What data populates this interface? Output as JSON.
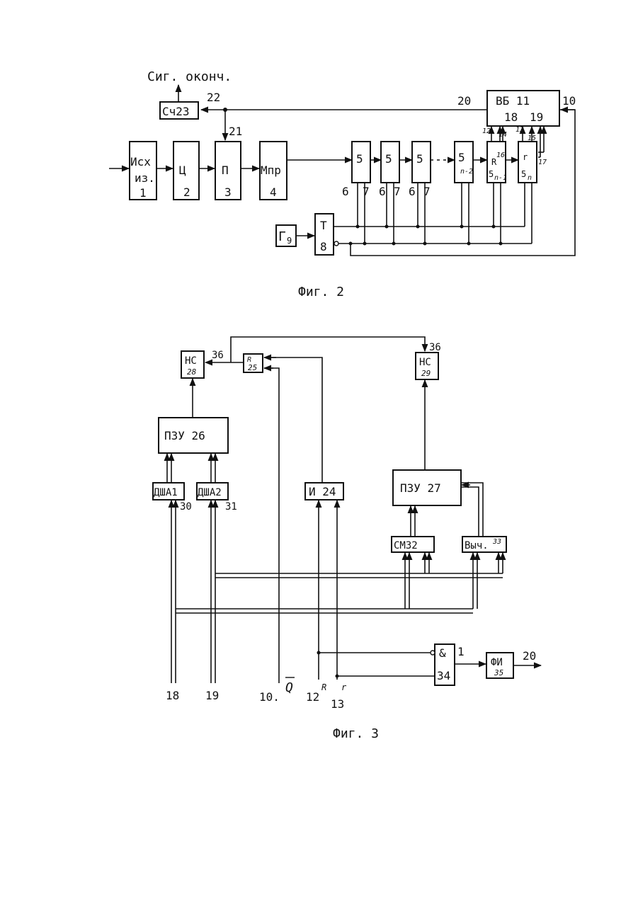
{
  "fig2": {
    "caption": "Фиг. 2",
    "signal_out": "Сиг. оконч.",
    "counter": "Сч23",
    "blocks": {
      "b1_top": "Исх",
      "b1_mid": "из.",
      "b1_num": "1",
      "b2_top": "Ц",
      "b2_num": "2",
      "b3_top": "П",
      "b3_num": "3",
      "b4_top": "Мпр",
      "b4_num": "4",
      "gen": "Г",
      "gen_num": "9",
      "trig": "Т",
      "trig_num": "8",
      "vb_title": "ВБ 11",
      "vb_18": "18",
      "vb_19": "19"
    },
    "cells": {
      "c1": "5",
      "c2": "5",
      "c3": "5",
      "c4": "5",
      "c4_sub": "n-2",
      "c5_a": "R",
      "c5_b": "5",
      "c5_sub": "n-1",
      "c6_a": "r",
      "c6_b": "5",
      "c6_sub": "n"
    },
    "labels": {
      "l22": "22",
      "l21": "21",
      "l20": "20",
      "l10": "10",
      "l6a": "6",
      "l7a": "7",
      "l6b": "6",
      "l7b": "7",
      "l6c": "6",
      "l7c": "7",
      "l12": "12",
      "l14": "14",
      "l13": "13",
      "l16": "16",
      "l15": "15",
      "l17": "17"
    }
  },
  "fig3": {
    "caption": "Фиг. 3",
    "blocks": {
      "hs28": "НС",
      "hs28_num": "28",
      "hs29": "НС",
      "hs29_num": "29",
      "trig25_a": "R",
      "trig25_b": "25",
      "pzu26": "ПЗУ 26",
      "pzu27": "ПЗУ 27",
      "dsha1": "ДША1",
      "dsha2": "ДША2",
      "and24": "И 24",
      "sm32": "СМ32",
      "sub33": "Выч.",
      "sub33_num": "33",
      "and34_a": "&",
      "and34_b": "34",
      "and34_c": "1",
      "fi35": "ФИ",
      "fi35_num": "35"
    },
    "labels": {
      "l36a": "36",
      "l36b": "36",
      "l30": "30",
      "l31": "31",
      "l18": "18",
      "l19": "19",
      "l10": "10.",
      "lQ": "Q",
      "l12": "12",
      "lR": "R",
      "l13": "13",
      "lr": "r",
      "l20": "20"
    }
  }
}
